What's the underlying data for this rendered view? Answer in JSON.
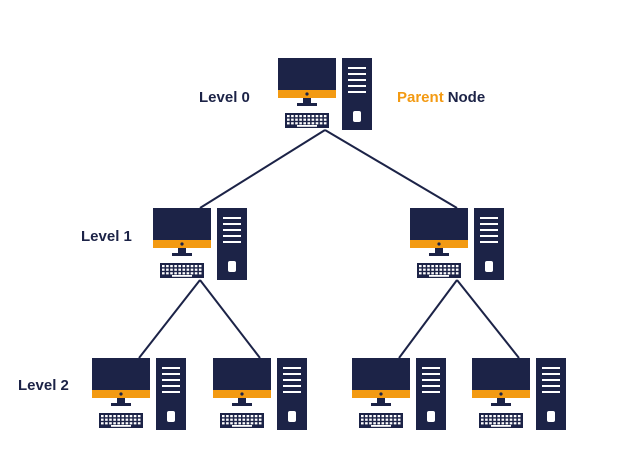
{
  "colors": {
    "navy": "#1c2347",
    "accent": "#f39a12",
    "background": "#ffffff"
  },
  "icon": "desktop-computer-icon",
  "labels": {
    "level0": "Level 0",
    "level1": "Level 1",
    "level2": "Level 2",
    "parent_word": "Parent",
    "node_word": "Node"
  },
  "tree": {
    "root": "node-0",
    "nodes": [
      {
        "id": "node-0",
        "level": 0,
        "children": [
          "node-1a",
          "node-1b"
        ]
      },
      {
        "id": "node-1a",
        "level": 1,
        "children": [
          "node-2a",
          "node-2b"
        ]
      },
      {
        "id": "node-1b",
        "level": 1,
        "children": [
          "node-2c",
          "node-2d"
        ]
      },
      {
        "id": "node-2a",
        "level": 2,
        "children": []
      },
      {
        "id": "node-2b",
        "level": 2,
        "children": []
      },
      {
        "id": "node-2c",
        "level": 2,
        "children": []
      },
      {
        "id": "node-2d",
        "level": 2,
        "children": []
      }
    ]
  }
}
